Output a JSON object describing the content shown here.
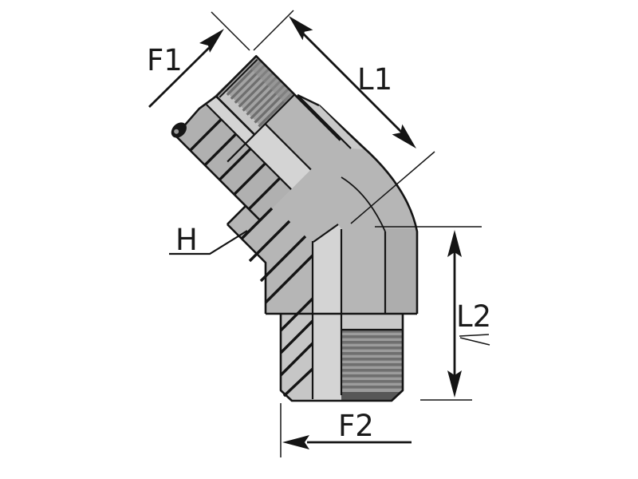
{
  "drawing": {
    "title": "45-degree male elbow fitting dimensional diagram",
    "labels": {
      "f1": "F1",
      "l1": "L1",
      "h": "H",
      "l2": "L2",
      "f2": "F2"
    },
    "colors": {
      "background": "#ffffff",
      "outline": "#141414",
      "label": "#1a1a1a",
      "body": "#b6b6b6",
      "body_dark": "#adadad",
      "hatch_band": "#b0b0b0",
      "highlight": "#d4d4d4",
      "highlight_soft": "#c6c6c6",
      "shoulder": "#c9c9c9",
      "thread_base": "#a3a3a3",
      "thread_mid": "#9c9c9c",
      "thread_dark": "#6f6f6f",
      "thread_shade": "#8e8e8e",
      "thread_tip_light": "#d9d9d9",
      "end_dark": "#575757",
      "oring": "#161616",
      "oring_dot": "#999999"
    }
  }
}
